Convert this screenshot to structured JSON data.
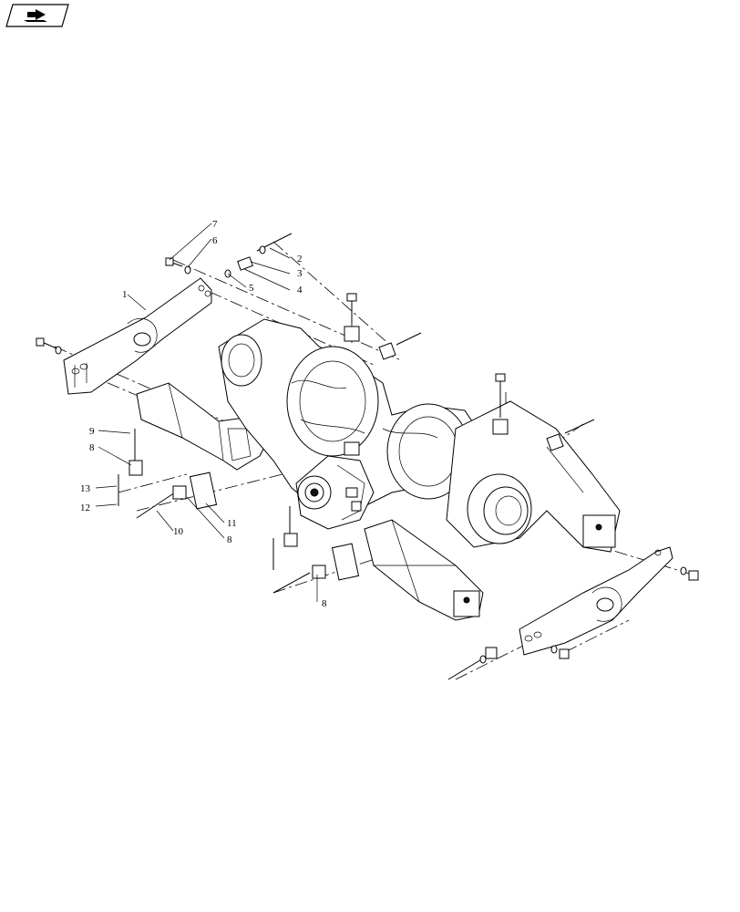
{
  "callouts": [
    {
      "id": "c1",
      "text": "1"
    },
    {
      "id": "c2",
      "text": "2"
    },
    {
      "id": "c3",
      "text": "3"
    },
    {
      "id": "c4",
      "text": "4"
    },
    {
      "id": "c5",
      "text": "5"
    },
    {
      "id": "c6",
      "text": "6"
    },
    {
      "id": "c7",
      "text": "7"
    },
    {
      "id": "c8a",
      "text": "8"
    },
    {
      "id": "c8b",
      "text": "8"
    },
    {
      "id": "c8c",
      "text": "8"
    },
    {
      "id": "c9",
      "text": "9"
    },
    {
      "id": "c10",
      "text": "10"
    },
    {
      "id": "c11",
      "text": "11"
    },
    {
      "id": "c12",
      "text": "12"
    },
    {
      "id": "c13",
      "text": "13"
    }
  ],
  "icons": {
    "nav": "forward-arrow-icon"
  }
}
